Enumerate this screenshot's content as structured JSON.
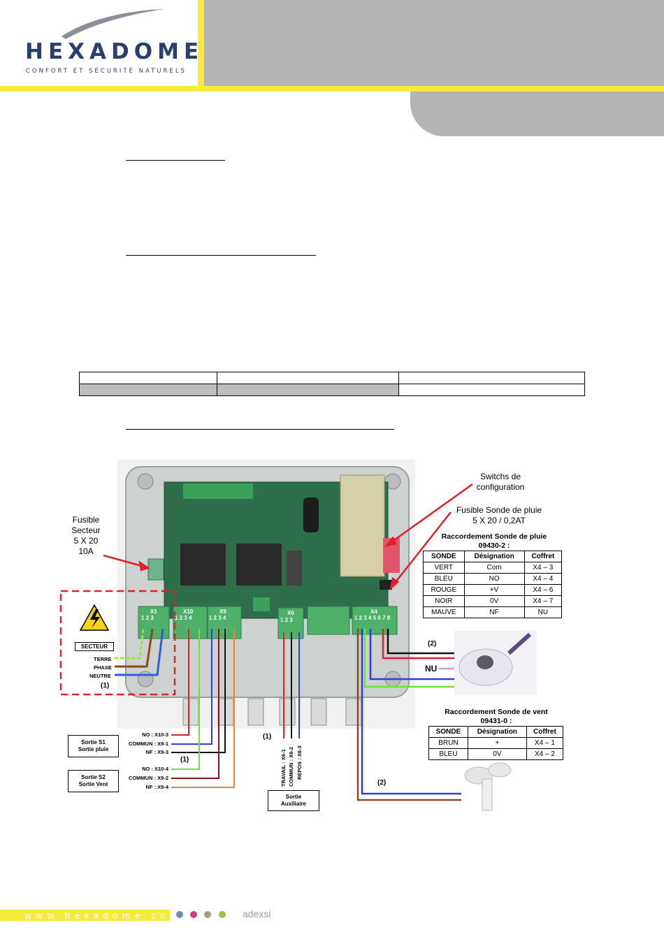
{
  "header": {
    "logo_word": "HEXADOME",
    "logo_tagline": "CONFORT ET SÉCURITÉ NATURELS",
    "colors": {
      "yellow": "#f6ea3a",
      "gray": "#b4b4b4",
      "navy": "#2a3f6a"
    }
  },
  "diagram": {
    "labels": {
      "fusible_secteur": [
        "Fusible",
        "Secteur",
        "5 X 20",
        "10A"
      ],
      "switchs": [
        "Switchs de",
        "configuration"
      ],
      "fusible_sonde": [
        "Fusible Sonde de pluie",
        "5 X 20 / 0,2AT"
      ],
      "secteur": "SECTEUR",
      "terre": "TERRE",
      "phase": "PHASE",
      "neutre": "NEUTRE",
      "note1": "(1)",
      "note2": "(2)",
      "nu": "NU",
      "x1": "X1",
      "x10": "X10",
      "x9": "X9",
      "x6": "X6",
      "x4": "X4",
      "x1_pins": "1 2 3",
      "x10_pins": "1 2 3 4",
      "x9_pins": "1 2 3 4",
      "x6_pins": "1 2 3",
      "x4_pins": "1 2 3 4 5 6 7 8",
      "s1_box": [
        "Sortie S1",
        "Sortie pluie"
      ],
      "s2_box": [
        "Sortie S2",
        "Sortie Vent"
      ],
      "aux_box": [
        "Sortie",
        "Auxiliaire"
      ],
      "s1_no": "NO : X10-3",
      "s1_commun": "COMMUN : X9-1",
      "s1_nf": "NF : X9-3",
      "s2_no": "NO : X10-4",
      "s2_commun": "COMMUN : X9-2",
      "s2_nf": "NF : X9-4",
      "aux_travail": "TRAVAIL : X6-1",
      "aux_commun": "COMMUN : X6-2",
      "aux_repos": "REPOS : X6-3"
    },
    "rain_table": {
      "title": [
        "Raccordement Sonde de pluie",
        "09430-2 :"
      ],
      "headers": [
        "SONDE",
        "Désignation",
        "Coffret"
      ],
      "rows": [
        [
          "VERT",
          "Com",
          "X4 – 3"
        ],
        [
          "BLEU",
          "NO",
          "X4 – 4"
        ],
        [
          "ROUGE",
          "+V",
          "X4 – 6"
        ],
        [
          "NOIR",
          "0V",
          "X4 – 7"
        ],
        [
          "MAUVE",
          "NF",
          "NU"
        ]
      ]
    },
    "wind_table": {
      "title": [
        "Raccordement Sonde de vent",
        "09431-0 :"
      ],
      "headers": [
        "SONDE",
        "Désignation",
        "Coffret"
      ],
      "rows": [
        [
          "BRUN",
          "+",
          "X4 – 1"
        ],
        [
          "BLEU",
          "0V",
          "X4 – 2"
        ]
      ]
    }
  },
  "footer": {
    "url": "www.hexadome.com",
    "brand": "adexsi",
    "dot_colors": [
      "#6a8fb0",
      "#d23f7a",
      "#a89a88",
      "#9ac23c"
    ]
  }
}
